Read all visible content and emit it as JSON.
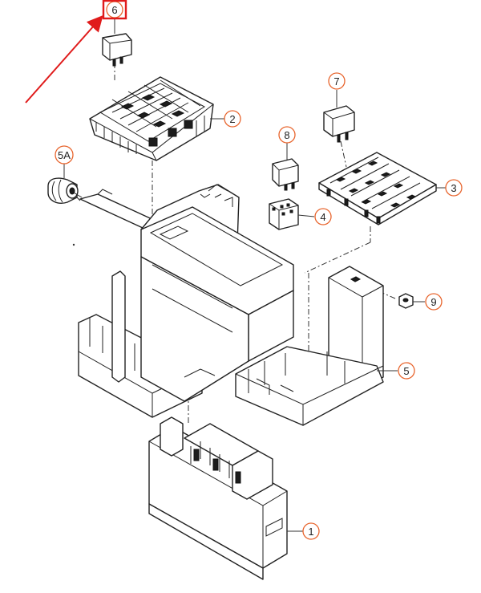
{
  "diagram": {
    "callouts": {
      "c1": "1",
      "c2": "2",
      "c3": "3",
      "c4": "4",
      "c5": "5",
      "c5a": "5A",
      "c6": "6",
      "c7": "7",
      "c8": "8",
      "c9": "9"
    },
    "colors": {
      "callout_ring": "#e8642c",
      "highlight_box": "#e01b1b",
      "arrow": "#e01b1b",
      "line_art": "#222222",
      "background": "#ffffff"
    }
  }
}
